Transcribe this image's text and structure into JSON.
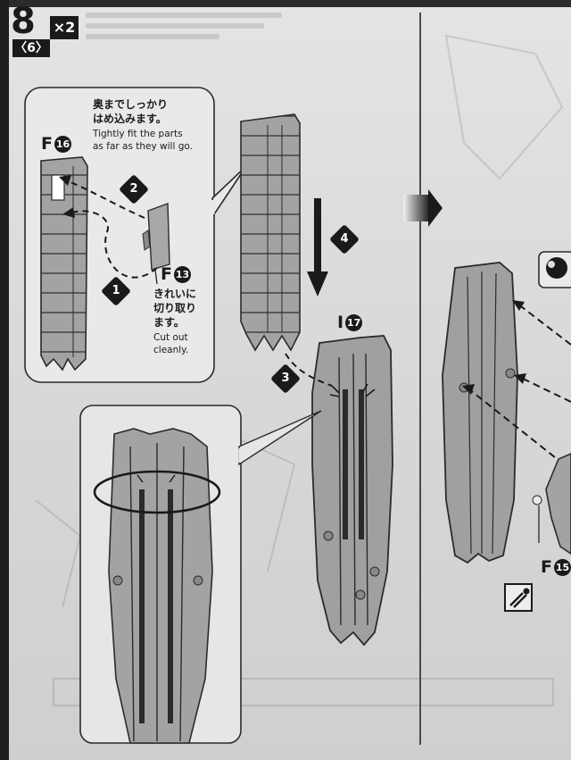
{
  "step": {
    "number": "8",
    "quantity": "×2",
    "sub_number": "〈6〉"
  },
  "callout": {
    "jp_text_1": "奥までしっかり",
    "jp_text_2": "はめ込みます。",
    "en_text_1": "Tightly fit the parts",
    "en_text_2": "as far as they will go."
  },
  "cut_note": {
    "jp_text_1": "きれいに",
    "jp_text_2": "切り取り",
    "jp_text_3": "ます。",
    "en_text_1": "Cut out",
    "en_text_2": "cleanly."
  },
  "parts": {
    "f16": {
      "letter": "F",
      "num": "16"
    },
    "f13": {
      "letter": "F",
      "num": "13"
    },
    "i17": {
      "letter": "I",
      "num": "17"
    },
    "f15": {
      "letter": "F",
      "num": "15"
    }
  },
  "steps": [
    "1",
    "2",
    "3",
    "4"
  ],
  "icons": [
    "arrow-right-icon",
    "nipper-tool-icon",
    "round-peg-icon"
  ],
  "colors": {
    "ink": "#1a1a1a",
    "part_fill": "#9a9a9a",
    "paper": "#dcdcdc"
  }
}
